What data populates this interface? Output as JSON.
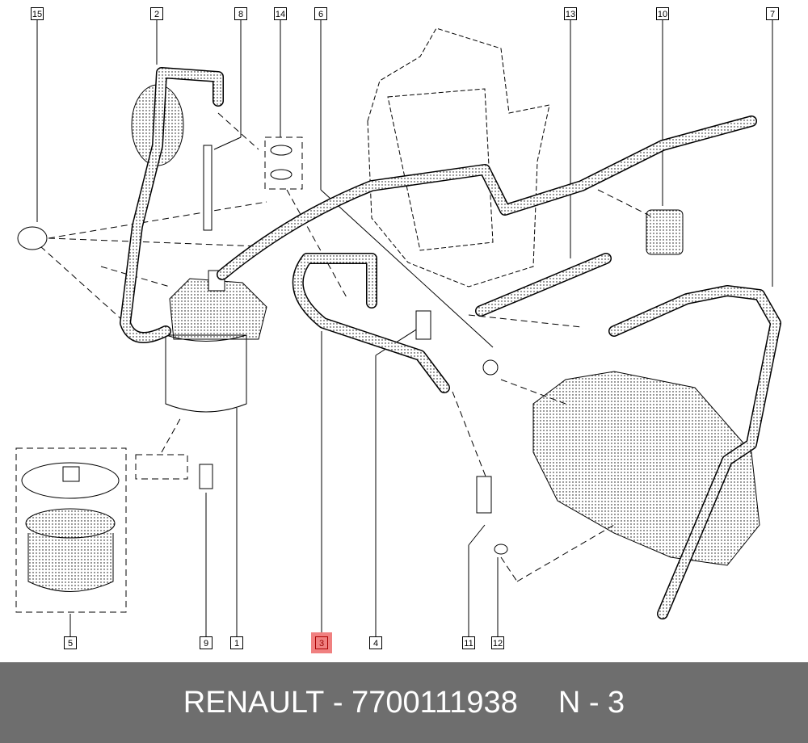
{
  "diagram": {
    "callouts": {
      "c15": "15",
      "c2": "2",
      "c8": "8",
      "c14": "14",
      "c6": "6",
      "c13": "13",
      "c10": "10",
      "c7": "7",
      "c5": "5",
      "c9": "9",
      "c1": "1",
      "c3": "3",
      "c4": "4",
      "c11": "11",
      "c12": "12"
    },
    "highlighted_part": "3",
    "highlight_color": "#f08080"
  },
  "footer": {
    "brand": "RENAULT",
    "separator": "-",
    "part_number": "7700111938",
    "position_label": "N - 3"
  }
}
